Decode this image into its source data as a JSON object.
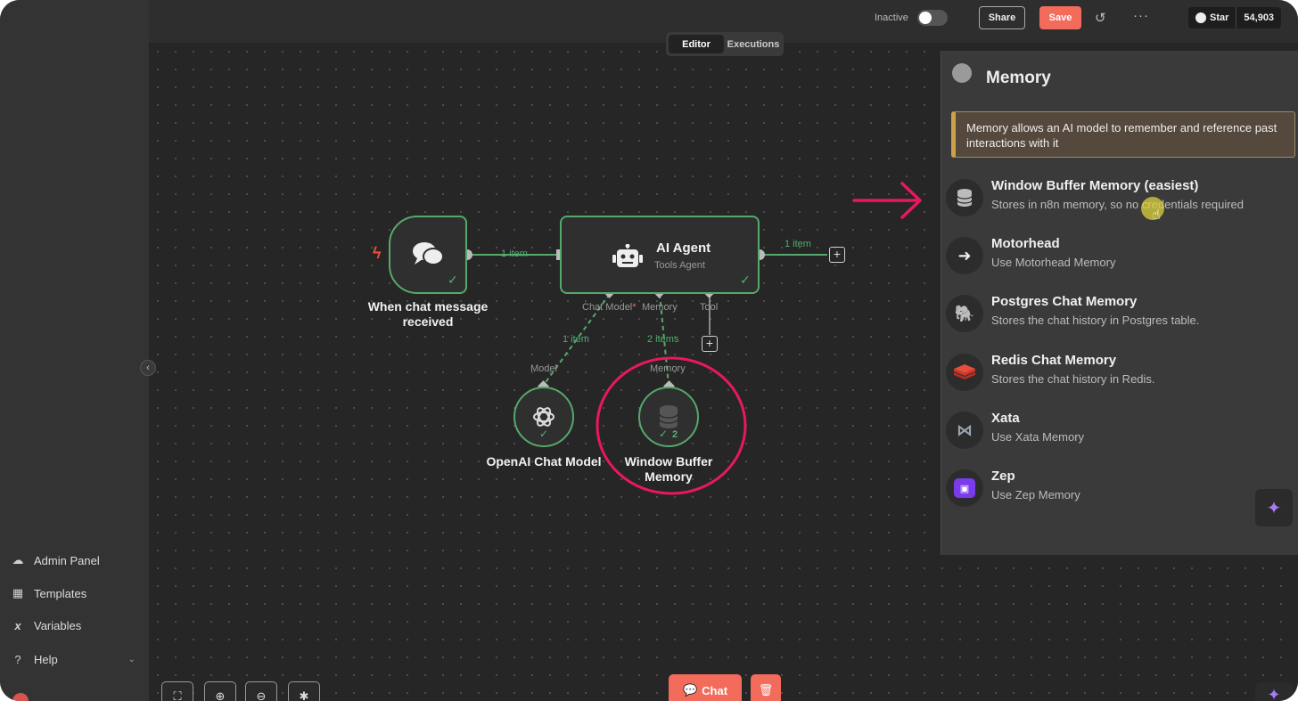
{
  "topbar": {
    "status_label": "Inactive",
    "share_label": "Share",
    "save_label": "Save",
    "github_star_label": "Star",
    "github_star_count": "54,903",
    "tabs": [
      {
        "label": "Editor",
        "active": true
      },
      {
        "label": "Executions",
        "active": false
      }
    ]
  },
  "sidebar": {
    "items": [
      {
        "label": "Admin Panel",
        "icon": "cloud-icon"
      },
      {
        "label": "Templates",
        "icon": "templates-icon"
      },
      {
        "label": "Variables",
        "icon": "variables-icon"
      },
      {
        "label": "Help",
        "icon": "help-icon"
      }
    ]
  },
  "canvas": {
    "trigger_node": {
      "label_line1": "When chat message",
      "label_line2": "received"
    },
    "agent_node": {
      "title": "AI Agent",
      "subtitle": "Tools Agent"
    },
    "connections": {
      "trigger_to_agent": "1 item",
      "agent_output": "1 item",
      "model_link": "1 item",
      "memory_link": "2 items"
    },
    "agent_ports": {
      "chat_model": "Chat Model",
      "required_mark": "*",
      "memory": "Memory",
      "tool": "Tool"
    },
    "model_node": {
      "port_label": "Model",
      "label": "OpenAI Chat Model"
    },
    "memory_node": {
      "port_label": "Memory",
      "label_line1": "Window Buffer",
      "label_line2": "Memory",
      "badge": "2"
    }
  },
  "panel": {
    "title": "Memory",
    "info": "Memory allows an AI model to remember and reference past interactions with it",
    "items": [
      {
        "title": "Window Buffer Memory (easiest)",
        "desc": "Stores in n8n memory, so no credentials required",
        "icon": "database-icon"
      },
      {
        "title": "Motorhead",
        "desc": "Use Motorhead Memory",
        "icon": "motorhead-icon"
      },
      {
        "title": "Postgres Chat Memory",
        "desc": "Stores the chat history in Postgres table.",
        "icon": "postgres-icon"
      },
      {
        "title": "Redis Chat Memory",
        "desc": "Stores the chat history in Redis.",
        "icon": "redis-icon"
      },
      {
        "title": "Xata",
        "desc": "Use Xata Memory",
        "icon": "xata-icon"
      },
      {
        "title": "Zep",
        "desc": "Use Zep Memory",
        "icon": "zep-icon"
      }
    ]
  },
  "bottom": {
    "chat_label": "Chat"
  },
  "colors": {
    "accent_green": "#56a86c",
    "save_red": "#f26b5b",
    "annotation_pink": "#e8185f",
    "sparkle_purple": "#a77bf5"
  }
}
